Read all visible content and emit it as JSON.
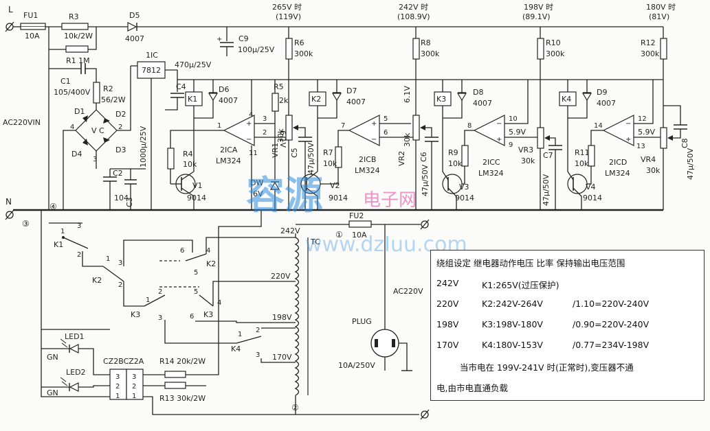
{
  "diagram": {
    "labels": {
      "L": "L",
      "N": "N",
      "FU1": "FU1",
      "FU1_val": "10A",
      "R3": "R3",
      "R3_val": "10k/2W",
      "D5": "D5",
      "D5_val": "4007",
      "R1": "R1 1M",
      "C1": "C1",
      "C1_val": "105/400V",
      "R2": "R2",
      "R2_val": "56/2W",
      "D1": "D1",
      "D2": "D2",
      "D3": "D3",
      "D4": "D4",
      "VC": "V C",
      "ac_in": "AC220VIN",
      "IC": "1IC",
      "IC_part": "7812",
      "C4_val": "470μ/25V",
      "C4": "C4",
      "K1": "K1",
      "D6": "D6",
      "D6_val": "4007",
      "C3": "C3",
      "C3_val": "1000μ/25V",
      "C2": "C2",
      "C2_val": "104",
      "R4": "R4",
      "R4_val": "10k",
      "V1": "V1",
      "V1_val": "9014",
      "ICA": "2ICA",
      "ICA_part": "LM324",
      "C9": "C9",
      "C9_val": "100μ/25V",
      "R6": "R6",
      "R6_val": "300k",
      "R5": "R5",
      "R5_val": "2k",
      "VR1": "VR1",
      "VR1_val": "30k",
      "V_6_1": "6.1V",
      "C5": "C5",
      "C5_val": "47μ/50V",
      "DW": "DW",
      "DW_val": "6V",
      "K2": "K2",
      "D7": "D7",
      "D7_val": "4007",
      "R7": "R7",
      "R7_val": "10k",
      "V2": "V2",
      "V2_val": "9014",
      "ICB": "2ICB",
      "ICB_part": "LM324",
      "R8": "R8",
      "R8_val": "300k",
      "VR2": "VR2",
      "VR2_val": "30k",
      "C6": "C6",
      "C6_val": "47μ/50V",
      "K3": "K3",
      "D8": "D8",
      "D8_val": "4007",
      "R9": "R9",
      "R9_val": "10k",
      "V3": "V3",
      "V3_val": "9014",
      "ICC": "2ICC",
      "ICC_part": "LM324",
      "R10": "R10",
      "R10_val": "300k",
      "VR3": "VR3",
      "VR3_val": "30k",
      "V_5_9": "5.9V",
      "C7": "C7",
      "C7_val": "47μ/50V",
      "K4": "K4",
      "D9": "D9",
      "D9_val": "4007",
      "R11": "R11",
      "R11_val": "10k",
      "V4": "V4",
      "V4_val": "9014",
      "ICD": "2ICD",
      "ICD_part": "LM324",
      "R12": "R12",
      "R12_val": "300k",
      "VR4": "VR4",
      "VR4_val": "30k",
      "C8": "C8",
      "C8_val": "47μ/50V",
      "top_265": "265V 时",
      "top_265b": "(119V)",
      "top_242": "242V 时",
      "top_242b": "(108.9V)",
      "top_198": "198V 时",
      "top_198b": "(89.1V)",
      "top_180": "180V 时",
      "top_180b": "(81V)",
      "FU2": "FU2",
      "FU2_val": "10A",
      "t242": "242V",
      "TC": "TC",
      "t220": "220V",
      "t198": "198V",
      "t170": "170V",
      "LED1": "LED1",
      "LED2": "LED2",
      "GN1": "GN",
      "GN2": "GN",
      "CZ": "CZ2BCZ2A",
      "R14": "R14 20k/2W",
      "R13": "R13 30k/2W",
      "PLUG": "PLUG",
      "PLUG_val": "10A/250V",
      "AC220V": "AC220V",
      "n1": "①",
      "n2": "②",
      "n3": "③",
      "n4": "④",
      "pin1": "1",
      "pin2": "2",
      "pin3": "3",
      "pin4": "4",
      "pin5": "5",
      "pin6": "6",
      "pin7": "7",
      "pin8": "8",
      "pin9": "9",
      "pin10": "10",
      "pin11": "11",
      "pin12": "12",
      "pin13": "13",
      "pin14": "14"
    },
    "watermark": {
      "cn": "容源",
      "tail": "电子网",
      "url": "www.dzIuu.com"
    }
  },
  "table": {
    "header": "绕组设定  继电器动作电压  比率  保持输出电压范围",
    "rows": [
      {
        "tap": "242V",
        "relay": "K1:265V(过压保护)",
        "ratio": ""
      },
      {
        "tap": "220V",
        "relay": "K2:242V-264V",
        "ratio": "/1.10=220V-240V"
      },
      {
        "tap": "198V",
        "relay": "K3:198V-180V",
        "ratio": "/0.90=220V-240V"
      },
      {
        "tap": "170V",
        "relay": "K4:180V-153V",
        "ratio": "/0.77=234V-198V"
      }
    ],
    "note1": "当市电在 199V-241V 时(正常时),变压器不通",
    "note2": "电,由市电直通负载"
  }
}
